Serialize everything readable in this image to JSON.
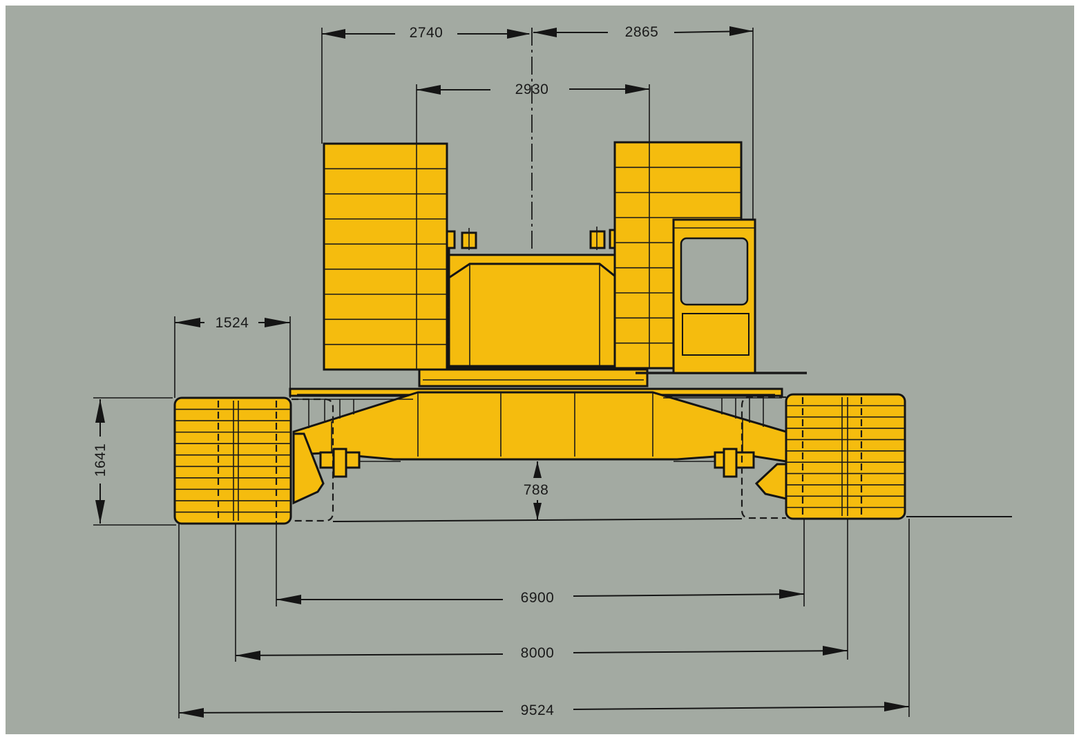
{
  "colors": {
    "background": "#a3aaa2",
    "body": "#f5bc0e",
    "outline": "#141414"
  },
  "dimensions": {
    "upper_left_width": "2740",
    "upper_right_width": "2865",
    "counterweight_spacing": "2930",
    "track_shoe_width": "1524",
    "track_height": "1641",
    "ground_clearance": "788",
    "inner_track_gauge": "6900",
    "track_gauge": "8000",
    "overall_width": "9524"
  }
}
